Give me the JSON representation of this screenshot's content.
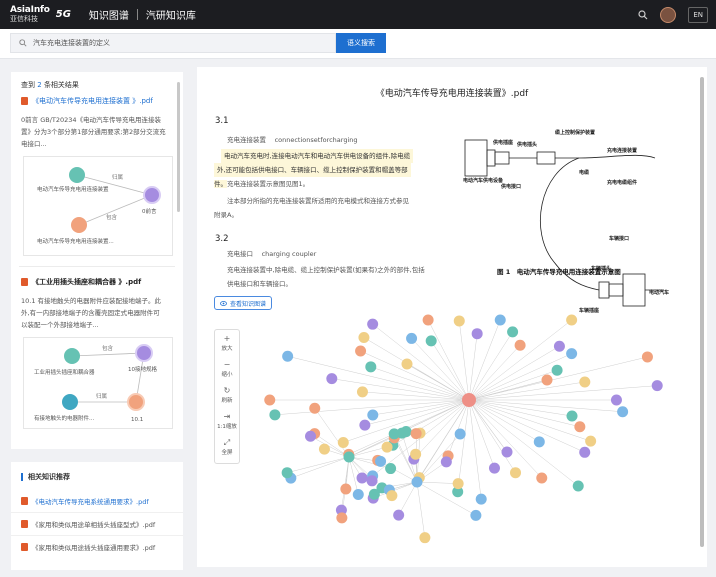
{
  "header": {
    "logo_en": "AsiaInfo",
    "logo_cn": "亚信科技",
    "logo_5g": "5G",
    "nav_knowledge_graph": "知识图谱",
    "nav_auto_library": "汽研知识库",
    "lang": "EN"
  },
  "search": {
    "query": "汽车充电连接装置的定义",
    "button": "语义搜索"
  },
  "results": {
    "head_prefix": "查到",
    "count": "2",
    "head_suffix": "条相关结果",
    "items": [
      {
        "title": "《电动汽车传导充电用连接装置 》.pdf",
        "snippet": "0前言 GB/T20234《电动汽车传导充电用连接装置》分为3个部分第1部分通用要求;第2部分交流充电接口...",
        "graph": {
          "nodes": [
            "电动汽车传导充电用连接装置",
            "0前言",
            "电动汽车传导充电用连接装置..."
          ],
          "edges": [
            "归属",
            "包含"
          ]
        }
      },
      {
        "title": "《工业用插头插座和耦合器 》.pdf",
        "snippet": "10.1 有接地触头的电器附件应装配接地端子。此外,有一内部接地端子的含覆壳固定式电器附件可以装配一个外部接地端子...",
        "graph": {
          "nodes": [
            "工业用插头插座和耦合器",
            "10接地规格",
            "有接地触头的电器附件...",
            "10.1"
          ],
          "edges": [
            "包含",
            "归属"
          ]
        }
      }
    ]
  },
  "recommend": {
    "title": "相关知识推荐",
    "items": [
      "《电动汽车传导充电系统通用要求》.pdf",
      "《家用和类似用途单相插头插座型式》.pdf",
      "《家用和类似用途插头插座通用要求》.pdf"
    ]
  },
  "document": {
    "title": "《电动汽车传导充电用连接装置》.pdf",
    "s31": "3.1",
    "s31_term": "充电连接装置　 connectionsetforcharging",
    "s31_hl1": "电动汽车充电时,连接电动汽车和电动汽车供电设备的组件,除电缆",
    "s31_hl2": "外,还可能包括供电接口、车辆接口、缆上控制保护装置和帽盖等部",
    "s31_hl3": "件。",
    "s31_tail": "充电连接装置示意图见图1。",
    "s31_note1": "注本部分所指的充电连接装置所适用的充电模式和连接方式参见",
    "s31_note2": "附录A。",
    "s32": "3.2",
    "s32_term": "充电接口　 charging coupler",
    "s32_p1": "充电连接装置中,除电缆、缆上控制保护装置(如果有)之外的部件,包括",
    "s32_p2": "供电接口和车辆接口。",
    "kg_button": "查看知识图谱",
    "figure": {
      "caption": "图 1　电动汽车传导充电用连接装置示意图",
      "labels": {
        "supply_equipment": "电动汽车供电设备",
        "supply_socket": "供电插座",
        "supply_plug": "供电插头",
        "control_box": "缆上控制保护装置",
        "cable": "电缆",
        "supply_interface": "供电接口",
        "charging_cable": "充电电缆组件",
        "vehicle_interface": "车辆接口",
        "vehicle_plug": "车辆插头",
        "vehicle_socket": "车辆插座",
        "ev": "电动汽车",
        "charger": "充电连接装置"
      }
    }
  },
  "tools": [
    {
      "icon": "+",
      "label": "放大"
    },
    {
      "icon": "−",
      "label": "缩小"
    },
    {
      "icon": "↻",
      "label": "刷新"
    },
    {
      "icon": "⇥",
      "label": "1:1缩放"
    },
    {
      "icon": "⤢",
      "label": "全屏"
    }
  ],
  "colors": {
    "accent": "#1e6fd0",
    "node_purple": "#a58ce0",
    "node_blue": "#7cb7e6",
    "node_teal": "#66c2b3",
    "node_orange": "#f1a27d",
    "node_yellow": "#f0cf86",
    "node_hub": "#ee8f86"
  }
}
